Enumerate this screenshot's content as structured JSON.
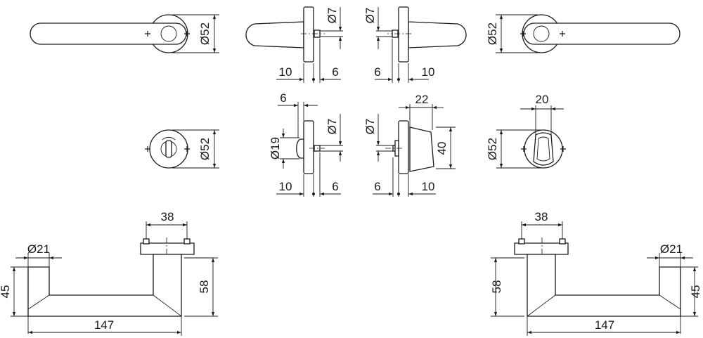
{
  "top_row": {
    "rosette_left": {
      "diameter": "Ø52"
    },
    "side_left": {
      "spindle": "Ø7",
      "left": "10",
      "right": "6"
    },
    "side_right": {
      "spindle": "Ø7",
      "left": "6",
      "right": "10"
    },
    "rosette_right": {
      "diameter": "Ø52"
    }
  },
  "middle_row": {
    "wc_rosette": {
      "diameter": "Ø52"
    },
    "side_left": {
      "top": "6",
      "knob": "Ø19",
      "spindle": "Ø7",
      "left": "10",
      "right": "6"
    },
    "side_right": {
      "spindle": "Ø7",
      "width": "22",
      "height": "40",
      "left": "6",
      "right": "10"
    },
    "turn_rosette": {
      "width": "20",
      "diameter": "Ø52"
    }
  },
  "bottom_row": {
    "lever_left": {
      "rose": "38",
      "grip": "Ø21",
      "height": "45",
      "length": "147",
      "projection": "58"
    },
    "lever_right": {
      "rose": "38",
      "grip": "Ø21",
      "height": "45",
      "length": "147",
      "projection": "58"
    }
  }
}
